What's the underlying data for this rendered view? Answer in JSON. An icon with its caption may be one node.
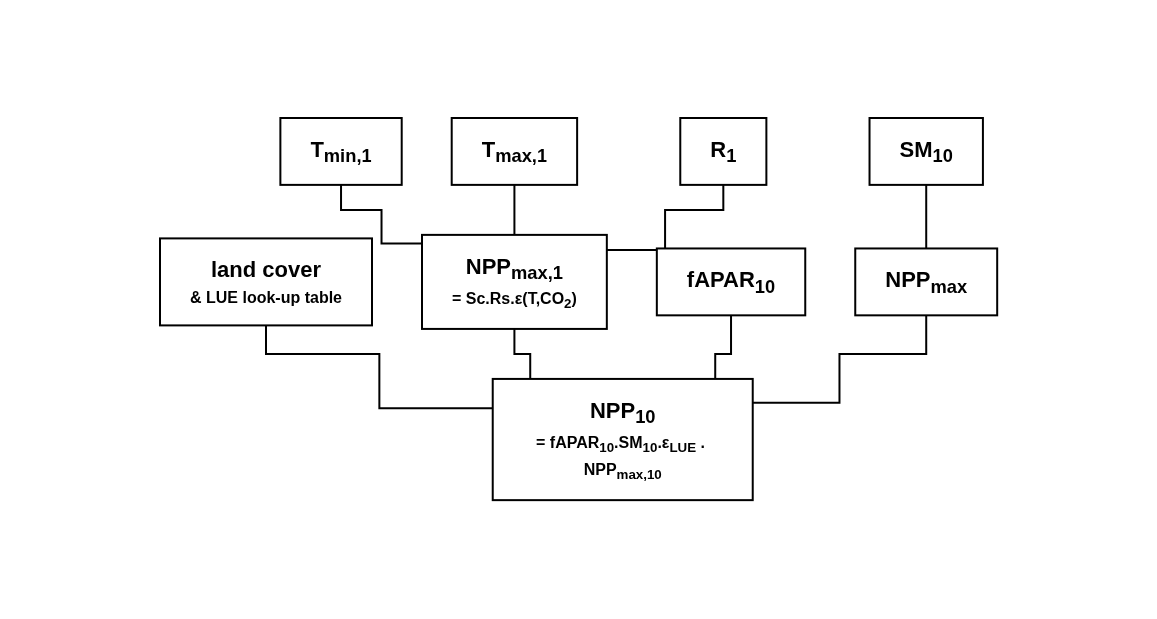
{
  "diagram": {
    "nodes": [
      {
        "text": [
          "land cover",
          "& LUE look-up table"
        ]
      },
      {
        "text": [
          "T$_{min,1}$"
        ]
      },
      {
        "text": [
          "T$_{max,1}$"
        ]
      },
      {
        "text": [
          "R$_{1}$"
        ]
      },
      {
        "text": [
          "fAPAR$_{10}$"
        ]
      },
      {
        "text": [
          "SM$_{10}$"
        ]
      },
      {
        "text": [
          "NPP$_{max,1}$",
          "= Sc.Rs.ε(T,CO$_{2}$)"
        ]
      },
      {
        "text": [
          "NPP$_{max}$"
        ]
      },
      {
        "text": [
          "NPP$_{10}$",
          "= fAPAR$_{10}$.SM$_{10}$.ε$_{LUE}$ . NPP$_{max,10}$"
        ]
      }
    ],
    "edges": [
      {
        "from": 1,
        "to": 6,
        "arrow": "none"
      },
      {
        "from": 2,
        "to": 6,
        "arrow": "none"
      },
      {
        "from": 3,
        "to": 6,
        "arrow": "none"
      },
      {
        "from": 5,
        "to": 7,
        "arrow": "none"
      },
      {
        "from": 0,
        "to": 8,
        "arrow": "none"
      },
      {
        "from": 6,
        "to": 8,
        "arrow": "none"
      },
      {
        "from": 4,
        "to": 8,
        "arrow": "none"
      },
      {
        "from": 7,
        "to": 8,
        "arrow": "none"
      }
    ]
  }
}
